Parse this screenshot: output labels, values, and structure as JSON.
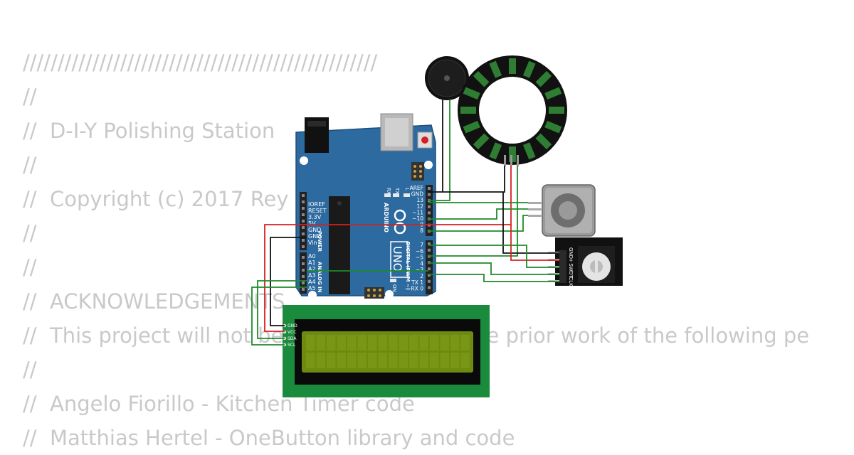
{
  "code_lines": [
    "///////////////////////////////////////////////////",
    "//",
    "//  D-I-Y Polishing Station",
    "//",
    "//  Copyright (c) 2017 Rey",
    "//",
    "//",
    "//  ACKNOWLEDGEMENTS",
    "//  This project will not be possible without the prior work of the following pe",
    "//",
    "//  Angelo Fiorillo - Kitchen Timer code",
    "//  Matthias Hertel - OneButton library and code"
  ],
  "arduino": {
    "brand": "ARDUINO",
    "model": "UNO",
    "on_label": "ON",
    "rx_led": "RX",
    "tx_led": "TX",
    "l_led": "L",
    "power_header_title": "POWER",
    "analog_header_title": "ANALOG IN",
    "digital_header_title": "DIGITAL (PWM ~)",
    "power_pins": [
      "IOREF",
      "RESET",
      "3.3V",
      "5V",
      "GND",
      "GND",
      "Vin"
    ],
    "analog_pins": [
      "A0",
      "A1",
      "A2",
      "A3",
      "A4",
      "A5"
    ],
    "digital_top": [
      "AREF",
      "GND",
      "13",
      "12",
      "~11",
      "~10",
      "~9",
      "8"
    ],
    "digital_bottom": [
      "7",
      "~6",
      "~5",
      "4",
      "~3",
      "2",
      "TX 1",
      "RX 0"
    ]
  },
  "lcd": {
    "pins": [
      "GND",
      "VCC",
      "SDA",
      "SCL"
    ],
    "colors": {
      "board": "#1a8a3c",
      "bezel": "#0a0a0a",
      "screen": "#6e8a10"
    }
  },
  "encoder": {
    "pins": [
      "GND",
      "+",
      "SW",
      "DT",
      "CLK"
    ]
  },
  "colors": {
    "board": "#2c6aa0",
    "wire_red": "#d62020",
    "wire_black": "#111111",
    "wire_green": "#1f8a2a",
    "code_text": "#c9c9c9"
  }
}
